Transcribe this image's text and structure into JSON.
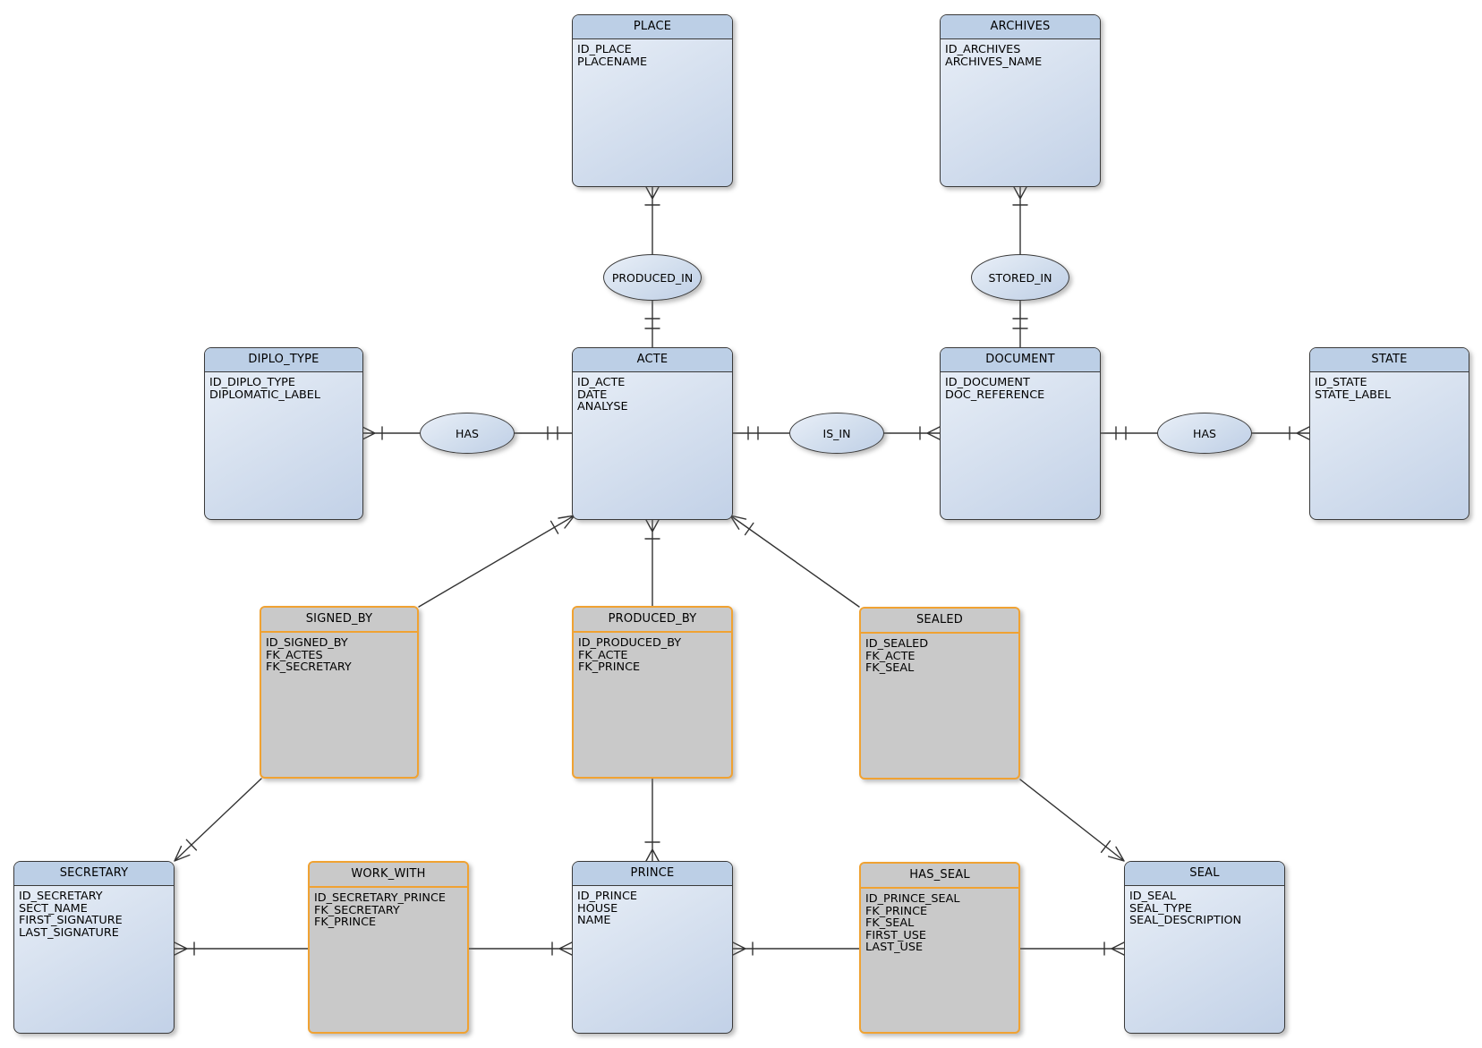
{
  "diagram": {
    "kind": "entity-relationship-diagram",
    "colors": {
      "entity_header": "#bccfe6",
      "entity_body_light": "#eaf0f8",
      "entity_body_dark": "#c2d1e7",
      "entity_border": "#3a3a3a",
      "association_fill": "#c9c9c9",
      "association_border": "#f0a232",
      "line": "#333333",
      "background": "#ffffff"
    },
    "nodes": [
      {
        "name": "PLACE",
        "type": "entity",
        "attributes": [
          "ID_PLACE",
          "PLACENAME"
        ]
      },
      {
        "name": "ARCHIVES",
        "type": "entity",
        "attributes": [
          "ID_ARCHIVES",
          "ARCHIVES_NAME"
        ]
      },
      {
        "name": "DIPLO_TYPE",
        "type": "entity",
        "attributes": [
          "ID_DIPLO_TYPE",
          "DIPLOMATIC_LABEL"
        ]
      },
      {
        "name": "ACTE",
        "type": "entity",
        "attributes": [
          "ID_ACTE",
          "DATE",
          "ANALYSE"
        ]
      },
      {
        "name": "DOCUMENT",
        "type": "entity",
        "attributes": [
          "ID_DOCUMENT",
          "DOC_REFERENCE"
        ]
      },
      {
        "name": "STATE",
        "type": "entity",
        "attributes": [
          "ID_STATE",
          "STATE_LABEL"
        ]
      },
      {
        "name": "SIGNED_BY",
        "type": "association",
        "attributes": [
          "ID_SIGNED_BY",
          "FK_ACTES",
          "FK_SECRETARY"
        ]
      },
      {
        "name": "PRODUCED_BY",
        "type": "association",
        "attributes": [
          "ID_PRODUCED_BY",
          "FK_ACTE",
          "FK_PRINCE"
        ]
      },
      {
        "name": "SEALED",
        "type": "association",
        "attributes": [
          "ID_SEALED",
          "FK_ACTE",
          "FK_SEAL"
        ]
      },
      {
        "name": "SECRETARY",
        "type": "entity",
        "attributes": [
          "ID_SECRETARY",
          "SECT_NAME",
          "FIRST_SIGNATURE",
          "LAST_SIGNATURE"
        ]
      },
      {
        "name": "WORK_WITH",
        "type": "association",
        "attributes": [
          "ID_SECRETARY_PRINCE",
          "FK_SECRETARY",
          "FK_PRINCE"
        ]
      },
      {
        "name": "PRINCE",
        "type": "entity",
        "attributes": [
          "ID_PRINCE",
          "HOUSE",
          "NAME"
        ]
      },
      {
        "name": "HAS_SEAL",
        "type": "association",
        "attributes": [
          "ID_PRINCE_SEAL",
          "FK_PRINCE",
          "FK_SEAL",
          "FIRST_USE",
          "LAST_USE"
        ]
      },
      {
        "name": "SEAL",
        "type": "entity",
        "attributes": [
          "ID_SEAL",
          "SEAL_TYPE",
          "SEAL_DESCRIPTION"
        ]
      }
    ],
    "relationships": [
      {
        "label": "PRODUCED_IN",
        "between": [
          "PLACE",
          "ACTE"
        ]
      },
      {
        "label": "STORED_IN",
        "between": [
          "ARCHIVES",
          "DOCUMENT"
        ]
      },
      {
        "label": "HAS",
        "between": [
          "DIPLO_TYPE",
          "ACTE"
        ]
      },
      {
        "label": "IS_IN",
        "between": [
          "ACTE",
          "DOCUMENT"
        ]
      },
      {
        "label": "HAS",
        "between": [
          "DOCUMENT",
          "STATE"
        ]
      }
    ]
  }
}
